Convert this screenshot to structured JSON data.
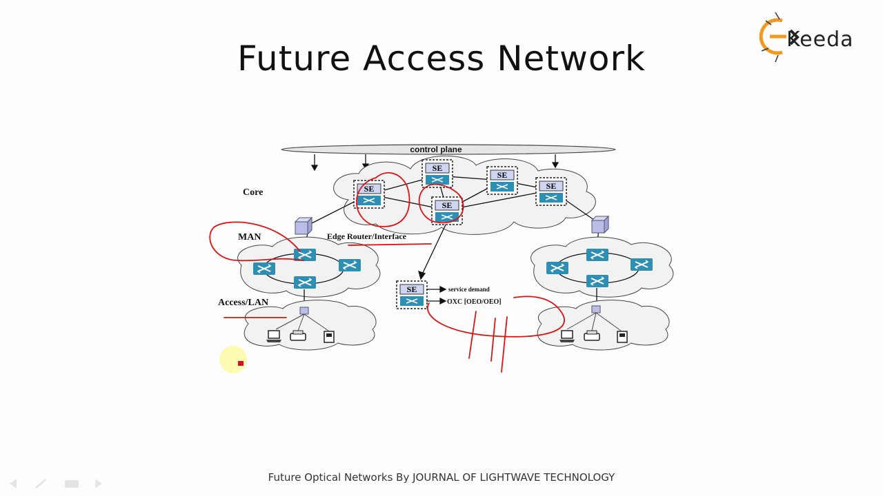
{
  "slide": {
    "title": "Future Access Network",
    "caption": "Future Optical Networks By JOURNAL OF LIGHTWAVE TECHNOLOGY"
  },
  "logo": {
    "text": "Keeda"
  },
  "diagram": {
    "control_plane_label": "control plane",
    "core_label": "Core",
    "man_label": "MAN",
    "edge_router_label": "Edge Router/Interface",
    "access_label": "Access/LAN",
    "se_label": "SE",
    "service_demand_label": "service demand",
    "oxc_label": "OXC [OEO/OEO]"
  },
  "colors": {
    "switch_fill": "#2e8fb5",
    "annotation_red": "#e01010",
    "cloud_fill": "#f2f2f2",
    "router_fill": "#b9bde8"
  }
}
